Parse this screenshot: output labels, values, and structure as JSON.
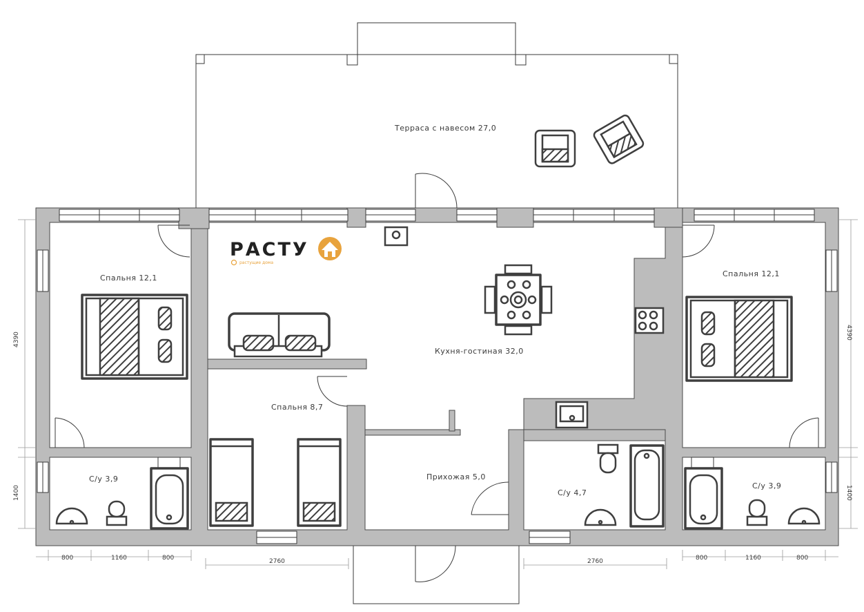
{
  "brand": {
    "name": "РАСТУ",
    "tagline": "растущие дома",
    "color": "#e8a33d"
  },
  "rooms": {
    "terrace": "Терраса с навесом 27,0",
    "bedroom_left": "Спальня 12,1",
    "bedroom_right": "Спальня 12,1",
    "kitchen_living": "Кухня-гостиная 32,0",
    "bedroom_small": "Спальня 8,7",
    "hallway": "Прихожая 5,0",
    "bath_left": "С/у 3,9",
    "bath_middle": "С/у 4,7",
    "bath_right": "С/у 3,9"
  },
  "dimensions": {
    "bottom_left": [
      "800",
      "1160",
      "800"
    ],
    "bottom_middle_left": "2760",
    "bottom_middle_right": "2760",
    "bottom_right": [
      "800",
      "1160",
      "800"
    ],
    "left_upper": "4390",
    "left_lower": "1400",
    "right_upper": "4390",
    "right_lower": "1400"
  },
  "colors": {
    "wall": "#bcbcbc",
    "line": "#3a3a3a",
    "background": "#ffffff"
  }
}
